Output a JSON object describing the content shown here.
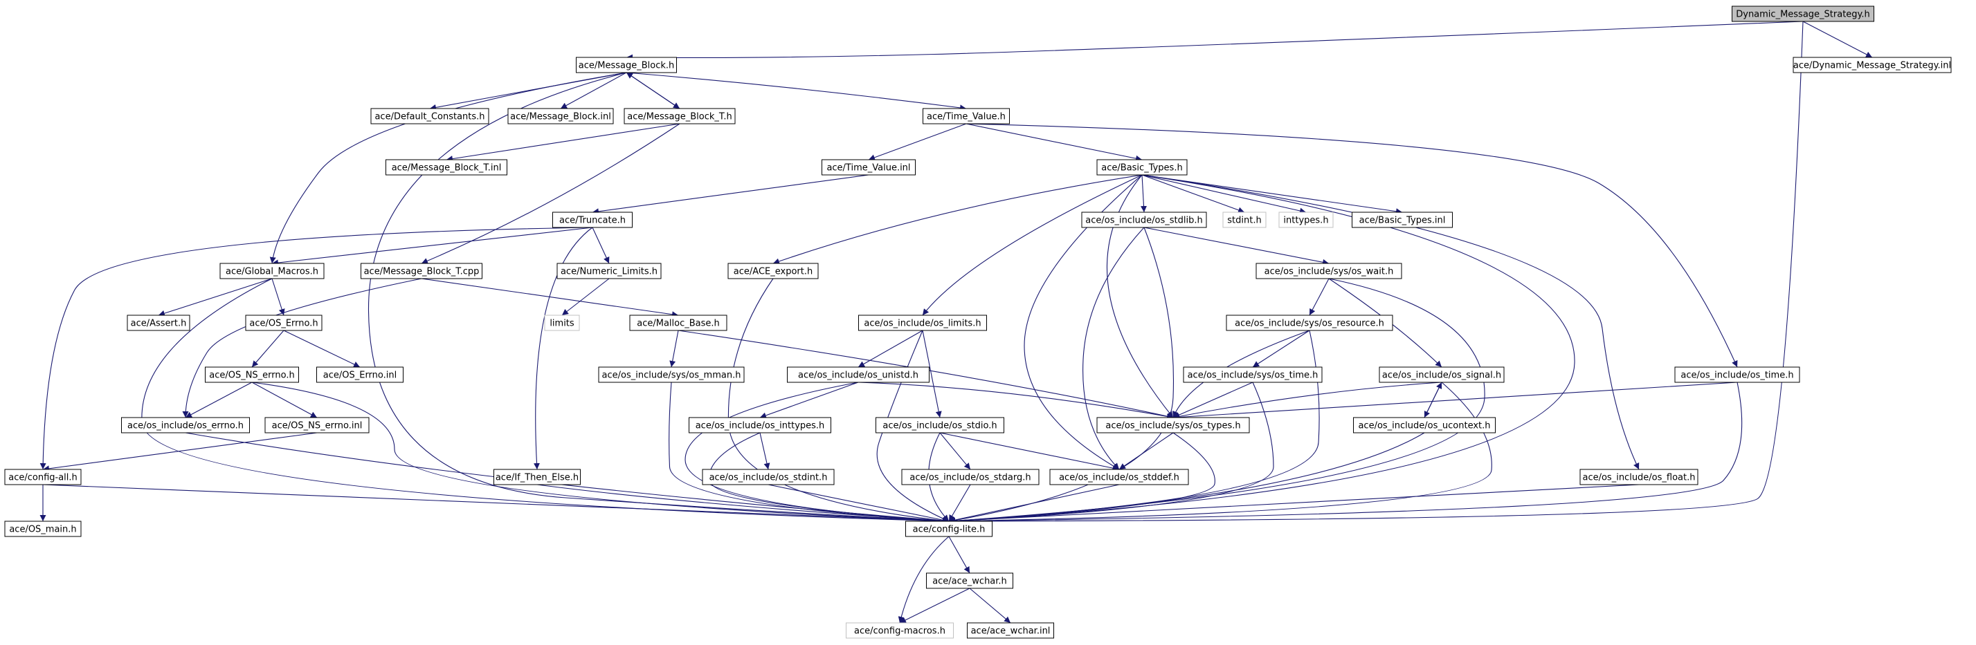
{
  "colors": {
    "edge": "#191970",
    "root_fill": "#bfbfbf",
    "node_border": "#000000",
    "system_border": "#c0c0c0"
  },
  "nodes": {
    "n_root": "Dynamic_Message_Strategy.h",
    "n_mb": "ace/Message_Block.h",
    "n_dmsinl": "ace/Dynamic_Message_Strategy.inl",
    "n_defc": "ace/Default_Constants.h",
    "n_mbinl": "ace/Message_Block.inl",
    "n_mbt": "ace/Message_Block_T.h",
    "n_tv": "ace/Time_Value.h",
    "n_mbtinl": "ace/Message_Block_T.inl",
    "n_tvinl": "ace/Time_Value.inl",
    "n_bt": "ace/Basic_Types.h",
    "n_trunc": "ace/Truncate.h",
    "n_stdlib": "ace/os_include/os_stdlib.h",
    "n_stdinth": "stdint.h",
    "n_inttypesh": "inttypes.h",
    "n_btinl": "ace/Basic_Types.inl",
    "n_gm": "ace/Global_Macros.h",
    "n_mbtcpp": "ace/Message_Block_T.cpp",
    "n_numlim": "ace/Numeric_Limits.h",
    "n_aceexp": "ace/ACE_export.h",
    "n_wait": "ace/os_include/sys/os_wait.h",
    "n_assert": "ace/Assert.h",
    "n_oserrno": "ace/OS_Errno.h",
    "n_limits": "limits",
    "n_malloc": "ace/Malloc_Base.h",
    "n_oslimits": "ace/os_include/os_limits.h",
    "n_resource": "ace/os_include/sys/os_resource.h",
    "n_nserrno": "ace/OS_NS_errno.h",
    "n_oserrnoinl": "ace/OS_Errno.inl",
    "n_mman": "ace/os_include/sys/os_mman.h",
    "n_unistd": "ace/os_include/os_unistd.h",
    "n_systime": "ace/os_include/sys/os_time.h",
    "n_signal": "ace/os_include/os_signal.h",
    "n_ostime": "ace/os_include/os_time.h",
    "n_oserrnoh": "ace/os_include/os_errno.h",
    "n_nserrnoinl": "ace/OS_NS_errno.inl",
    "n_osinttypes": "ace/os_include/os_inttypes.h",
    "n_stdio": "ace/os_include/os_stdio.h",
    "n_systypes": "ace/os_include/sys/os_types.h",
    "n_ucontext": "ace/os_include/os_ucontext.h",
    "n_configall": "ace/config-all.h",
    "n_ifthen": "ace/If_Then_Else.h",
    "n_osstdint": "ace/os_include/os_stdint.h",
    "n_stdarg": "ace/os_include/os_stdarg.h",
    "n_stddef": "ace/os_include/os_stddef.h",
    "n_float": "ace/os_include/os_float.h",
    "n_osmain": "ace/OS_main.h",
    "n_configlite": "ace/config-lite.h",
    "n_wchar": "ace/ace_wchar.h",
    "n_configmacros": "ace/config-macros.h",
    "n_wcharinl": "ace/ace_wchar.inl"
  }
}
